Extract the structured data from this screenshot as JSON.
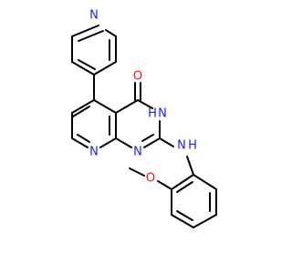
{
  "colors": {
    "bond": "#000000",
    "nitrogen": "#1c1cff",
    "oxygen": "#ff0d0d"
  },
  "atoms": {
    "n_pyridine": "N",
    "o_carbonyl": "O",
    "h_lactam": "H",
    "n_lactam": "N",
    "n_ring_lower": "N",
    "n_ring_left": "N",
    "n_amine": "N",
    "h_amine": "H",
    "o_methoxy": "O"
  }
}
